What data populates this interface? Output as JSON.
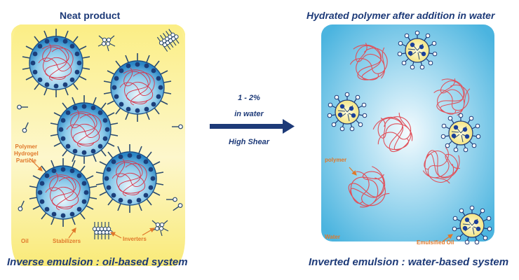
{
  "left": {
    "title": "Neat product",
    "caption": "Inverse emulsion : oil-based system",
    "labels": {
      "particle_line1": "Polymer",
      "particle_line2": "Hydrogel",
      "particle_line3": "Particle",
      "oil": "Oil",
      "stabilizers": "Stabilizers",
      "inverters": "Inverters"
    }
  },
  "arrow": {
    "line1": "1 - 2%",
    "line2": "in water",
    "line3": "High Shear"
  },
  "right": {
    "title": "Hydrated polymer after addition in water",
    "caption": "Inverted emulsion : water-based system",
    "labels": {
      "polymer": "polymer",
      "water": "Water",
      "emulsified_oil": "Emulsified Oil"
    }
  },
  "colors": {
    "navy": "#1d3a78",
    "oil_bg": "#fbf08a",
    "water_bg": "#5bbde3",
    "polymer": "#e0505a",
    "label_orange": "#e0782a"
  }
}
